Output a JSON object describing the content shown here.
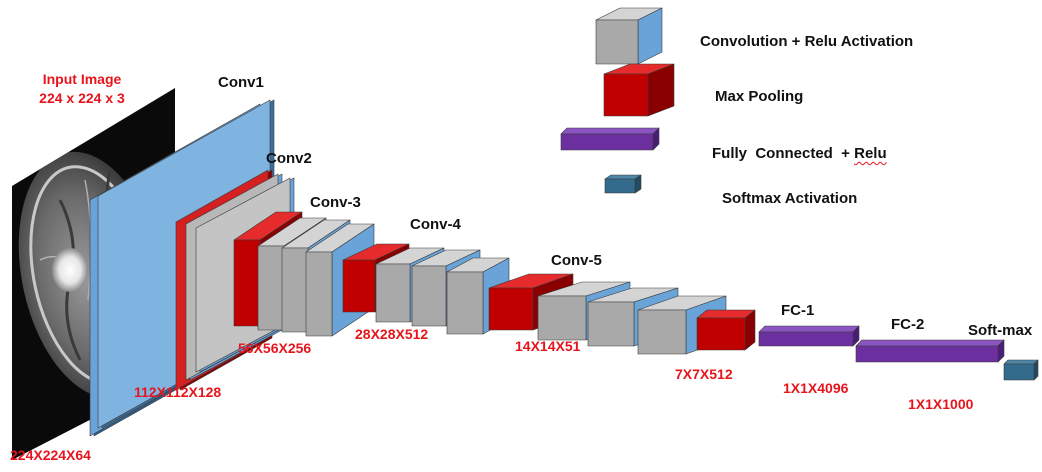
{
  "colors": {
    "conv_front": "#a9a9a9",
    "conv_side": "#6aa3d8",
    "conv_top": "#d4d4d4",
    "pool_front": "#c00000",
    "pool_side": "#8a0000",
    "pool_top": "#e52b2b",
    "fc": "#6b2fa0",
    "softmax": "#336b8c",
    "slab": "#7fb3e0",
    "label_red": "#e8141c"
  },
  "input": {
    "title_line1": "Input Image",
    "title_line2": "224 x 224 x 3"
  },
  "layers": {
    "conv1": "Conv1",
    "conv2": "Conv2",
    "conv3": "Conv-3",
    "conv4": "Conv-4",
    "conv5": "Conv-5",
    "fc1": "FC-1",
    "fc2": "FC-2",
    "softmax": "Soft-max"
  },
  "dims": {
    "d1": "224X224X64",
    "d2": "112X112X128",
    "d3": "56X56X256",
    "d4": "28X28X512",
    "d5": "14X14X51",
    "d6": "7X7X512",
    "d7": "1X1X4096",
    "d8": "1X1X1000"
  },
  "legend": {
    "conv": "Convolution + Relu Activation",
    "pool": "Max Pooling",
    "fc_prefix": "Fully  Connected  + ",
    "fc_relu": "Relu",
    "softmax": "Softmax Activation"
  }
}
